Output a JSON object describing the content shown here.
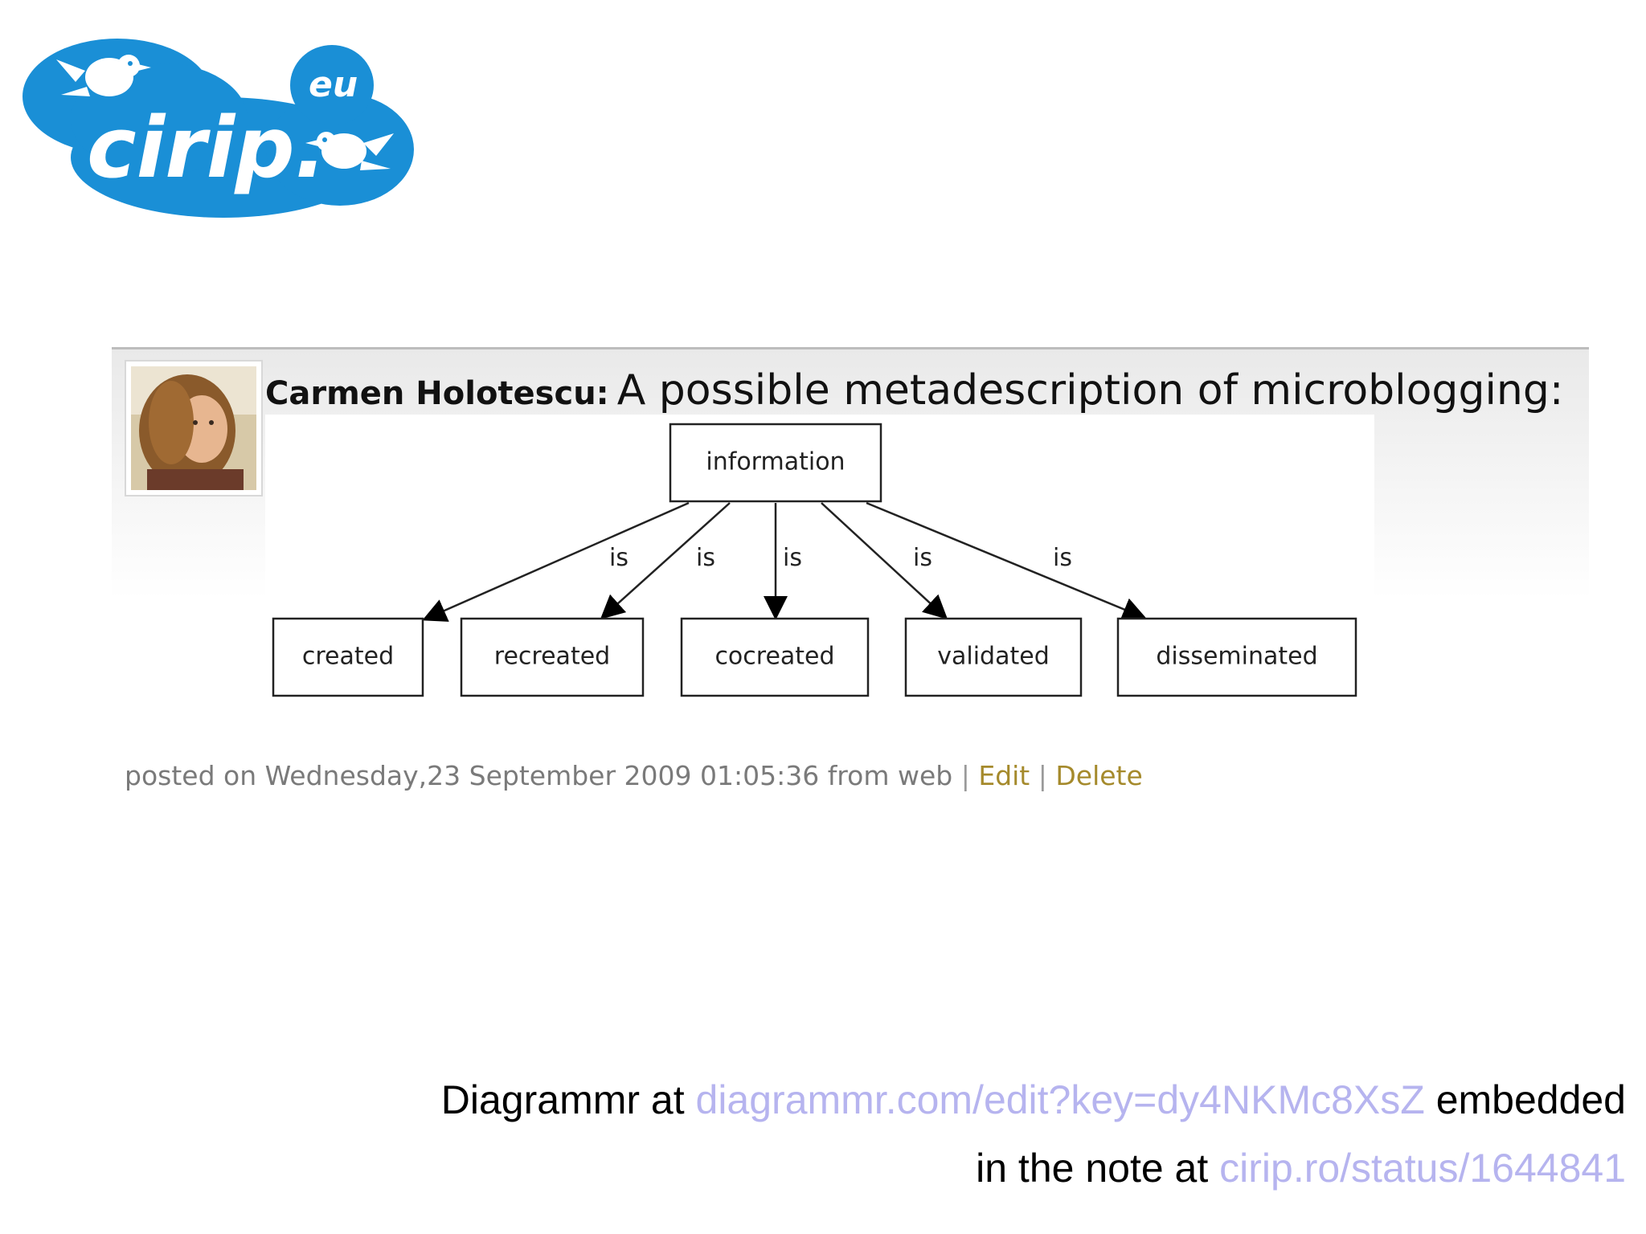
{
  "logo": {
    "main_text": "cirip.",
    "cloud_text": "eu",
    "brand_color": "#1a8fd6"
  },
  "post": {
    "author": "Carmen Holotescu:",
    "text": "A possible metadescription of microblogging:",
    "meta_prefix": "posted on Wednesday,23 September 2009 01:05:36  from web",
    "separator": "|",
    "edit_label": "Edit",
    "delete_label": "Delete"
  },
  "diagram": {
    "root": "information",
    "edge_label": "is",
    "children": [
      "created",
      "recreated",
      "cocreated",
      "validated",
      "disseminated"
    ]
  },
  "caption": {
    "line1_prefix": "Diagrammr at ",
    "line1_link": "diagrammr.com/edit?key=dy4NKMc8XsZ",
    "line1_suffix": " embedded",
    "line2_prefix": "in the note at ",
    "line2_link": "cirip.ro/status/1644841"
  }
}
